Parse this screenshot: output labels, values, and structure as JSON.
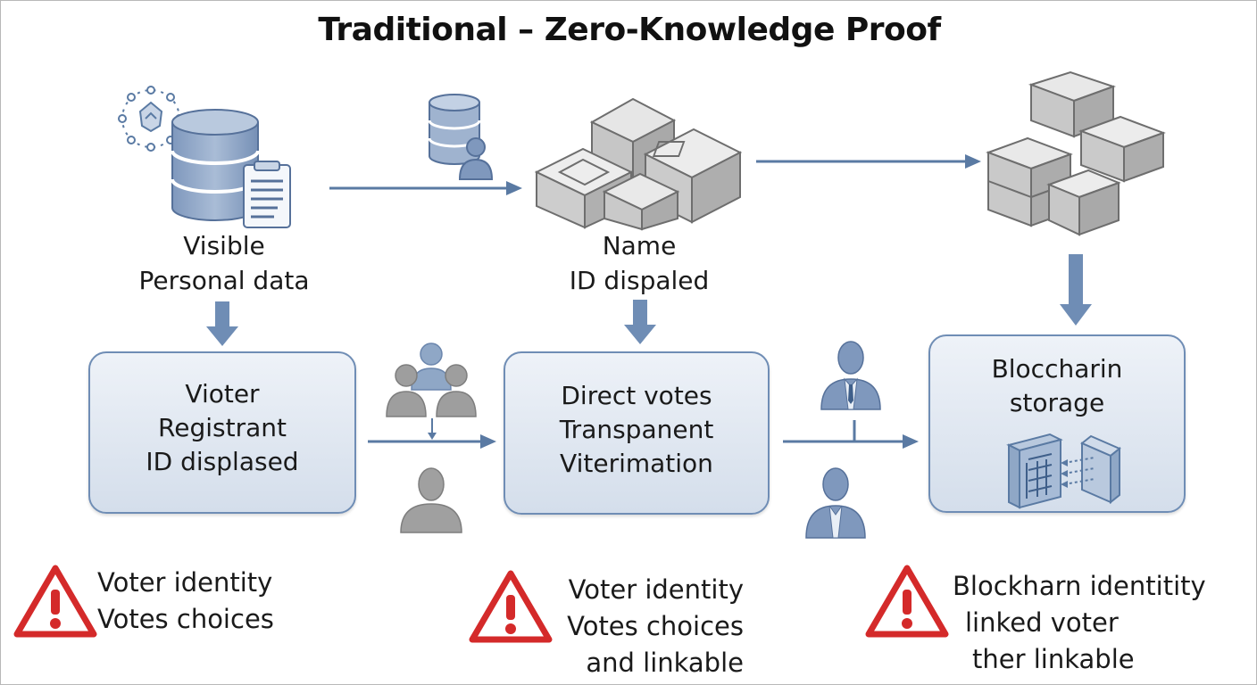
{
  "title": "Traditional – Zero-Knowledge Proof",
  "columns": [
    {
      "top_label": [
        "Visible",
        "Personal data"
      ],
      "box_lines": [
        "Vioter",
        "Registrant",
        "ID displased"
      ],
      "warning_lines": [
        "Voter identity",
        "Votes choices"
      ]
    },
    {
      "top_label": [
        "Name",
        "ID dispaled"
      ],
      "box_lines": [
        "Direct votes",
        "Transpanent",
        "Viterimation"
      ],
      "warning_lines": [
        "Voter identity",
        "Votes choices",
        "and linkable"
      ]
    },
    {
      "top_label": [],
      "box_lines": [
        "Bloccharin",
        "storage"
      ],
      "warning_lines": [
        "Blockharn identitity",
        "linked voter",
        "ther linkable"
      ]
    }
  ],
  "colors": {
    "arrow": "#5a7aa3",
    "icon_blue": "#8fa7c6",
    "icon_gray": "#9e9e9e",
    "warning_red": "#d42a2a"
  },
  "icons": [
    "database-icon",
    "document-icon",
    "network-icon",
    "database-user-icon",
    "blocks-icon",
    "user-group-icon",
    "user-icon",
    "businessman-icon",
    "server-icon",
    "warning-icon"
  ]
}
